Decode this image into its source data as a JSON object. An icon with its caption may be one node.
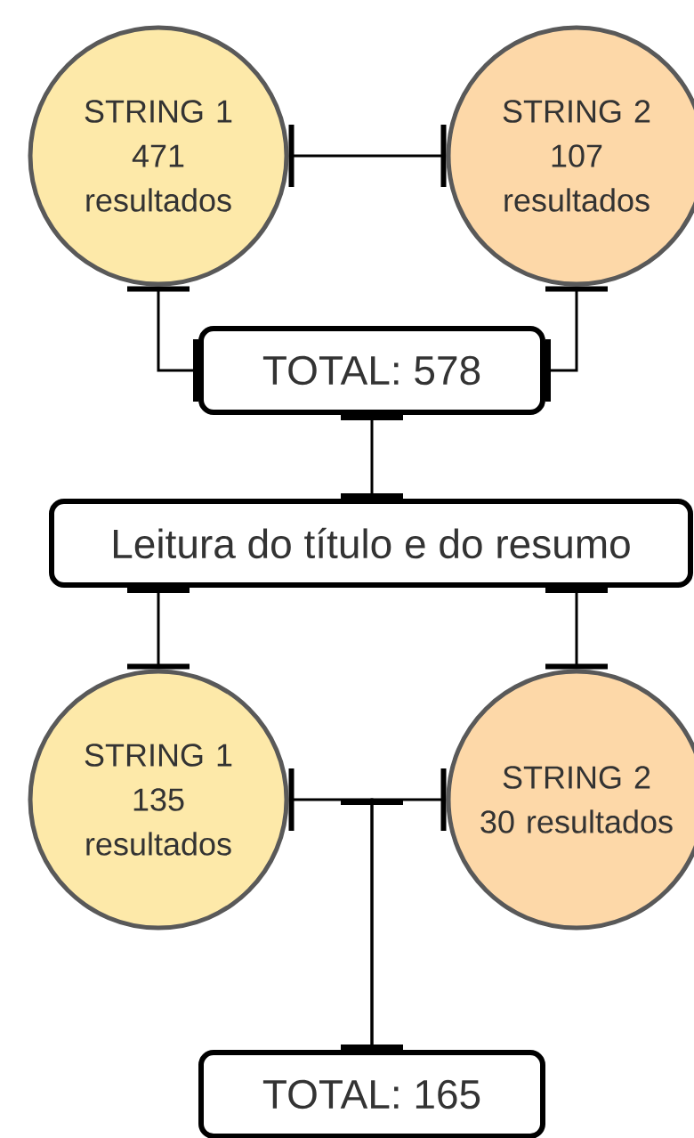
{
  "diagram": {
    "nodes": [
      {
        "text": [
          "STRING 1",
          "471 resultados"
        ]
      },
      {
        "text": [
          "STRING 2",
          "107 resultados"
        ]
      },
      {
        "text": [
          "TOTAL: 578"
        ]
      },
      {
        "text": [
          "Leitura do título e do resumo"
        ]
      },
      {
        "text": [
          "STRING 1",
          "135 resultados"
        ]
      },
      {
        "text": [
          "STRING 2",
          "30 resultados"
        ]
      },
      {
        "text": [
          "TOTAL: 165"
        ]
      }
    ],
    "edges": [
      {
        "from": 0,
        "to": 1,
        "arrow": "other"
      },
      {
        "from": 0,
        "to": 2,
        "arrow": "other"
      },
      {
        "from": 1,
        "to": 2,
        "arrow": "other"
      },
      {
        "from": 2,
        "to": 3,
        "arrow": "other"
      },
      {
        "from": 3,
        "to": 4,
        "arrow": "other"
      },
      {
        "from": 3,
        "to": 5,
        "arrow": "other"
      },
      {
        "from": 4,
        "to": 6,
        "arrow": "other"
      },
      {
        "from": 5,
        "to": 6,
        "arrow": "other"
      }
    ]
  }
}
